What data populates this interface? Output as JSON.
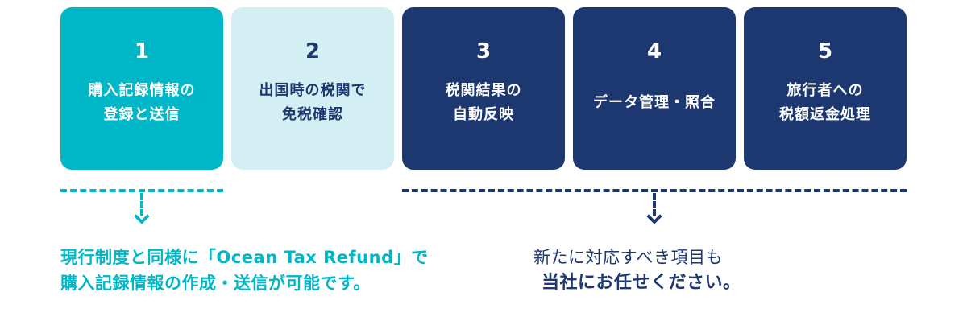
{
  "colors": {
    "teal": "#00b7c8",
    "light_teal": "#d3eff3",
    "navy": "#1d3770",
    "background": "#ffffff"
  },
  "steps": [
    {
      "number": "1",
      "lines": [
        "購入記録情報の",
        "登録と送信"
      ],
      "style": "teal"
    },
    {
      "number": "2",
      "lines": [
        "出国時の税関で",
        "免税確認"
      ],
      "style": "light"
    },
    {
      "number": "3",
      "lines": [
        "税関結果の",
        "自動反映"
      ],
      "style": "navy"
    },
    {
      "number": "4",
      "lines": [
        "データ管理・照合"
      ],
      "style": "navy"
    },
    {
      "number": "5",
      "lines": [
        "旅行者への",
        "税額返金処理"
      ],
      "style": "navy"
    }
  ],
  "groups": {
    "left": {
      "covers_steps": [
        1
      ],
      "caption_lines": [
        "現行制度と同様に「Ocean Tax Refund」で",
        "購入記録情報の作成・送信が可能です。"
      ]
    },
    "right": {
      "covers_steps": [
        3,
        4,
        5
      ],
      "caption_lines": [
        "新たに対応すべき項目も",
        "当社にお任せください。"
      ]
    }
  }
}
